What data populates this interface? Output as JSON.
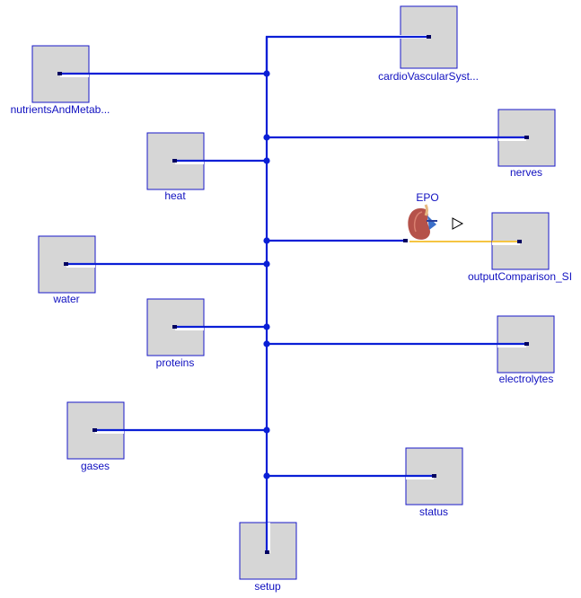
{
  "blocks": {
    "cardio": "cardioVascularSyst...",
    "nutrients": "nutrientsAndMetab...",
    "nerves": "nerves",
    "heat": "heat",
    "epo": "EPO",
    "output": "outputComparison_SI",
    "water": "water",
    "proteins": "proteins",
    "electrolytes": "electrolytes",
    "gases": "gases",
    "status": "status",
    "setup": "setup"
  },
  "colors": {
    "bus": "#0a1fd6",
    "block_fill": "#d6d6d6",
    "label": "#1010c0",
    "signal": "#f5c542"
  },
  "icons": {
    "epo": "kidney-icon",
    "output_arrow": "triangle-arrow-icon"
  }
}
